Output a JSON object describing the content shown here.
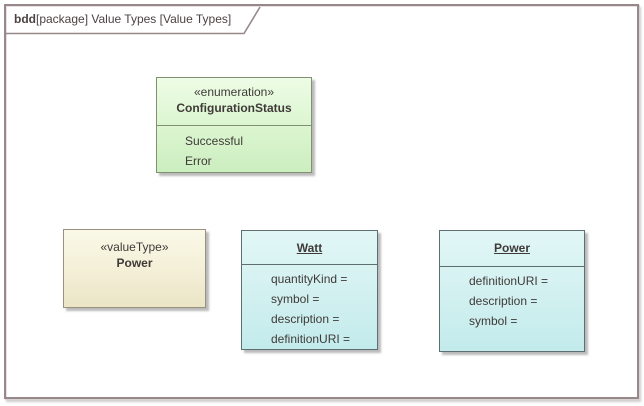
{
  "frame": {
    "title_keyword": "bdd",
    "title_rest": "[package] Value Types [Value Types]"
  },
  "boxes": {
    "configuration_status": {
      "stereotype": "«enumeration»",
      "name": "ConfigurationStatus",
      "literals": [
        "Successful",
        "Error"
      ]
    },
    "power_valuetype": {
      "stereotype": "«valueType»",
      "name": "Power"
    },
    "watt": {
      "name": "Watt",
      "attributes": [
        "quantityKind =",
        "symbol =",
        "description =",
        "definitionURI ="
      ]
    },
    "power": {
      "name": "Power",
      "attributes": [
        "definitionURI =",
        "description =",
        "symbol ="
      ]
    }
  },
  "colors": {
    "frame_border": "#97898b",
    "enumeration_fill": "#d9f4cd",
    "enumeration_border": "#81906e",
    "valuetype_fill": "#f3efd7",
    "valuetype_border": "#9b9181",
    "block_fill": "#d2f0f0",
    "block_border": "#5d6f70",
    "text": "#3f3a38"
  }
}
